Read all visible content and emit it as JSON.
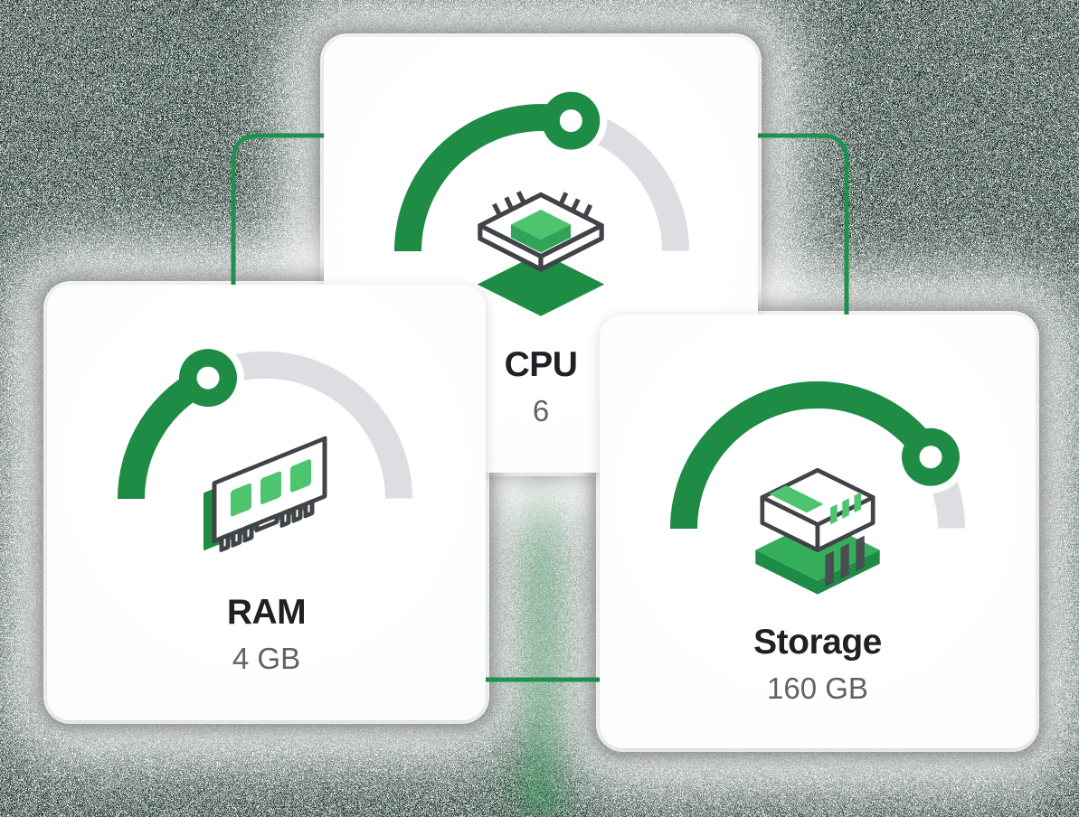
{
  "theme": {
    "accent_green": "#1E8C45",
    "line_green": "#1E9150",
    "track_gray": "#DCDEE1",
    "label_color": "#202124",
    "value_color": "#5F6368",
    "icon_outline": "#404347",
    "green_dark": "#1E8C45",
    "green_mid": "#2FA357",
    "green_light": "#4EC46F",
    "green_slab": "#35AE5C",
    "pin_gray": "#4A4E53",
    "card_bg": "#FFFFFF"
  },
  "cards": [
    {
      "id": "cpu",
      "label": "CPU",
      "value": "6",
      "icon": "cpu-chip-icon",
      "gauge_fraction": 0.57
    },
    {
      "id": "ram",
      "label": "RAM",
      "value": "4 GB",
      "icon": "ram-module-icon",
      "gauge_fraction": 0.36
    },
    {
      "id": "storage",
      "label": "Storage",
      "value": "160 GB",
      "icon": "storage-disk-icon",
      "gauge_fraction": 0.82
    }
  ]
}
